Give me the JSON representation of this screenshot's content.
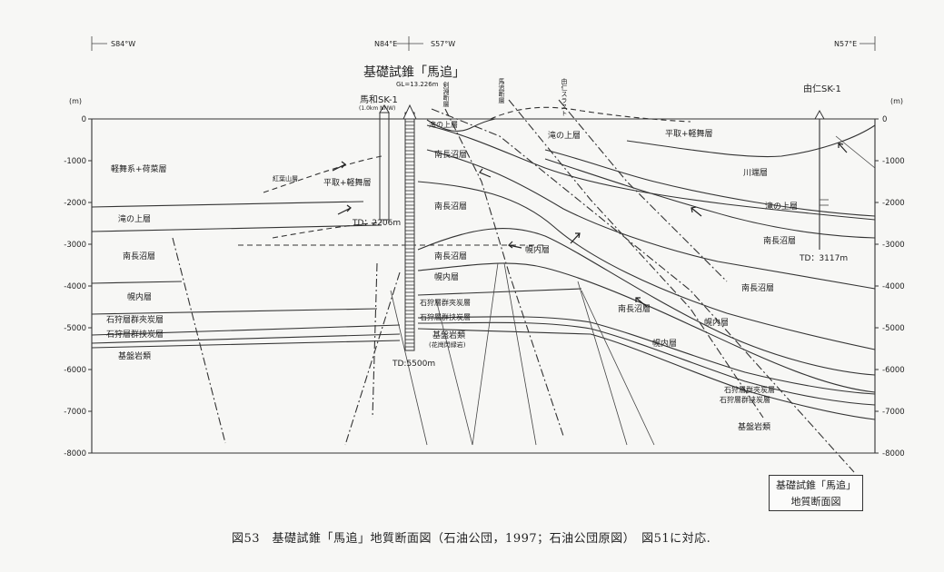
{
  "header": {
    "title": "基礎試錐「馬追」",
    "gl": "GL=13.226m",
    "dir_left": "S84°W",
    "dir_mid_left": "N84°E",
    "dir_mid_right": "S57°W",
    "dir_right": "N57°E"
  },
  "axis": {
    "unit_left": "(m)",
    "unit_right": "(m)",
    "left_ticks": [
      "0",
      "-1000",
      "-2000",
      "-3000",
      "-4000",
      "-5000",
      "-6000",
      "-7000",
      "-8000"
    ],
    "right_ticks": [
      "0",
      "-1000",
      "-2000",
      "-3000",
      "-4000",
      "-5000",
      "-6000",
      "-7000",
      "-8000"
    ]
  },
  "wells": {
    "left_name": "馬和SK-1",
    "left_sub": "(1.0km NNW)",
    "left_td": "TD：2206m",
    "main_td": "TD:5500m",
    "right_name": "由仁SK-1",
    "right_td": "TD：3117m"
  },
  "faults": {
    "f1": "剣淵断層",
    "f2": "馬追断層",
    "f3": "由仁スラスト"
  },
  "formations": {
    "left_1": "軽舞系+荷菜層",
    "left_2": "滝の上層",
    "left_3": "南長沼層",
    "left_4": "幌内層",
    "left_5": "石狩層群夾炭層",
    "left_6": "石狩層群挟炭層",
    "left_7": "基盤岩類",
    "block_ref": "紅葉山層",
    "block_1": "平取+軽舞層",
    "center_1": "滝の上層",
    "center_2": "南長沼層",
    "center_3": "南長沼層",
    "center_4": "南長沼層",
    "center_5": "幌内層",
    "center_6": "石狩層群夾炭層",
    "center_7": "石狩層群挟炭層",
    "center_8": "基盤岩類",
    "center_8b": "(花崗閃緑岩)",
    "center_9": "幌内層",
    "right_a": "滝の上層",
    "right_b": "平取+軽舞層",
    "right_c": "川端層",
    "right_d": "滝の上層",
    "right_e": "南長沼層",
    "right_f": "南長沼層",
    "right_g": "南長沼層",
    "right_h": "幌内層",
    "right_i": "幌内層",
    "right_j": "石狩層群夾炭層",
    "right_k": "石狩層群挟炭層",
    "right_l": "基盤岩類"
  },
  "legend": {
    "line1": "基礎試錐「馬追」",
    "line2": "地質断面図"
  },
  "caption": "図53　基礎試錐「馬追」地質断面図（石油公団，1997；石油公団原図）　図51に対応."
}
